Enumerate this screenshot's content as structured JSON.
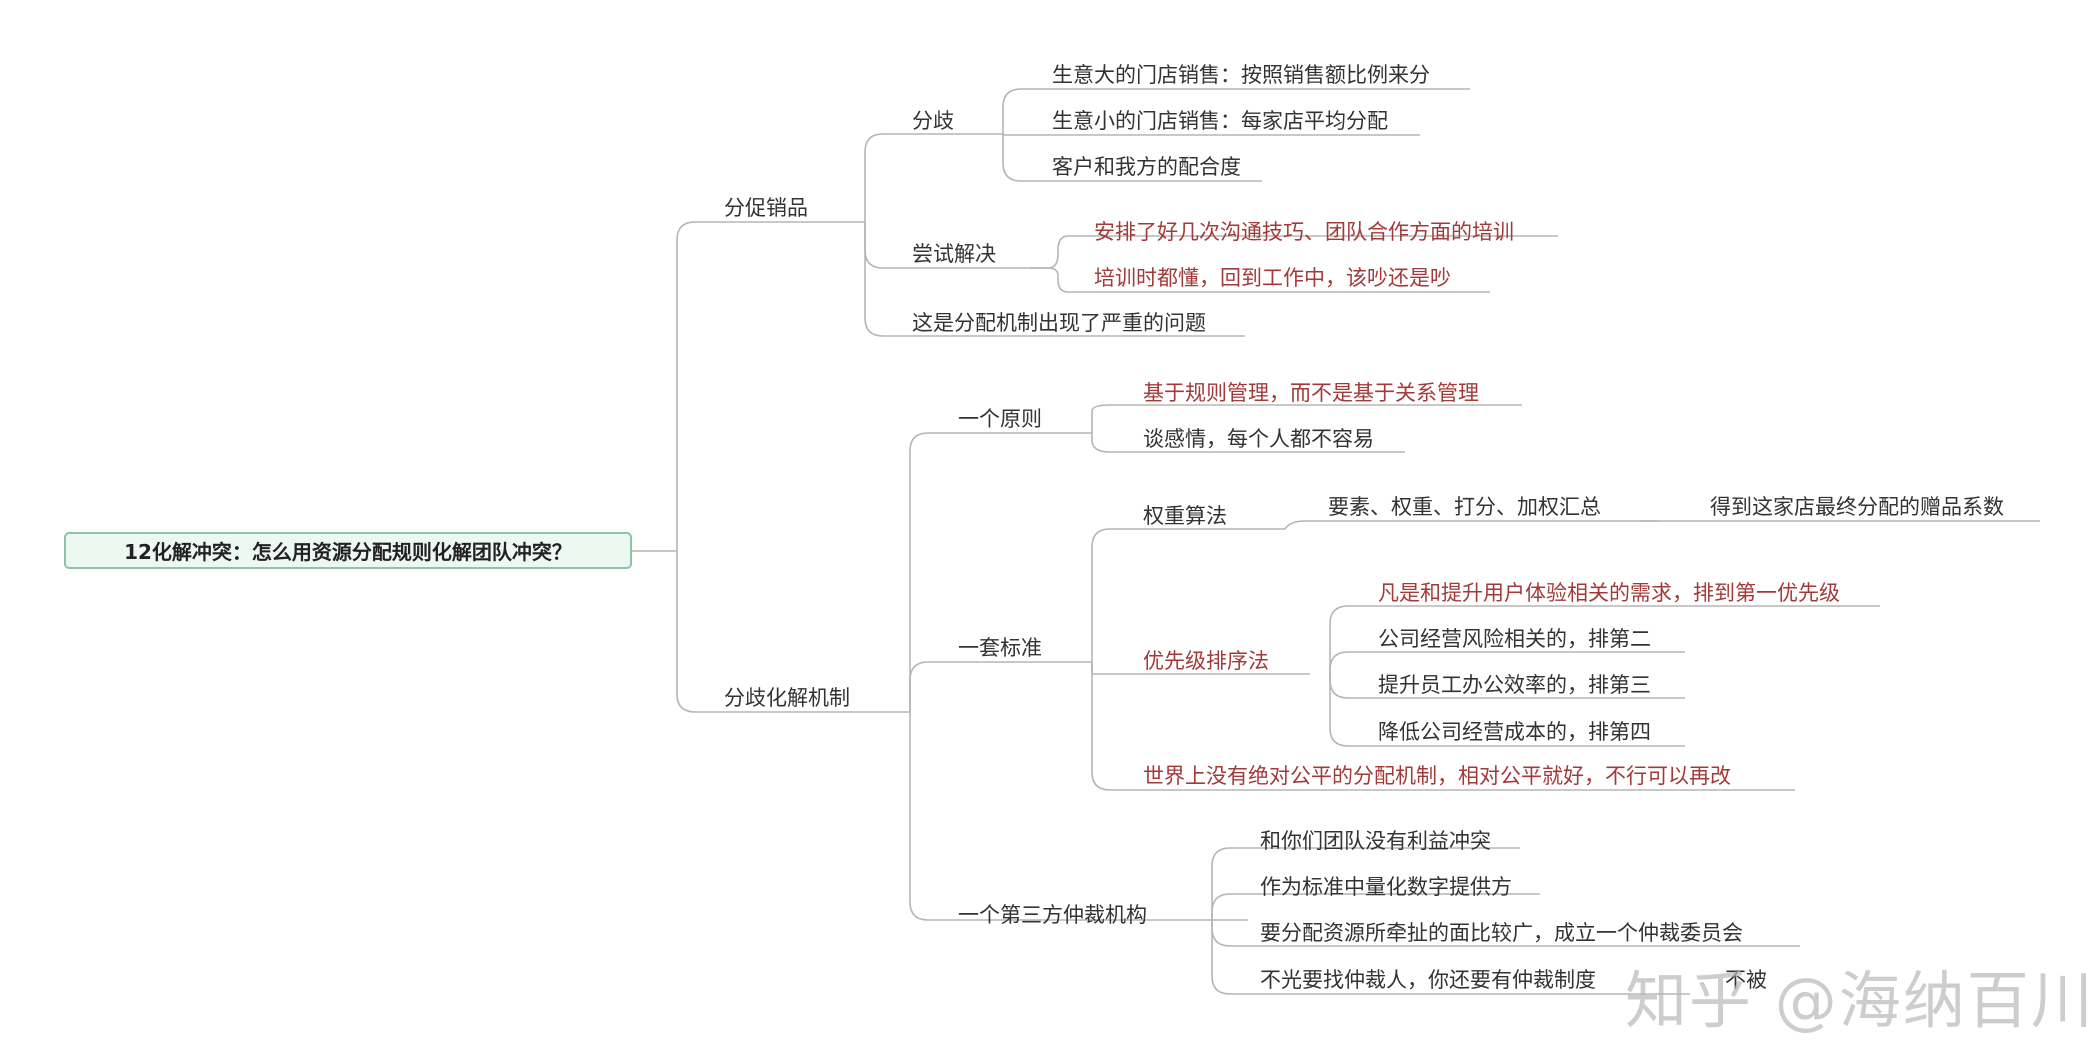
{
  "root": "12化解冲突：怎么用资源分配规则化解团队冲突？",
  "branch1": {
    "label": "分促销品",
    "dispute": {
      "label": "分歧",
      "items": [
        "生意大的门店销售：按照销售额比例来分",
        "生意小的门店销售：每家店平均分配",
        "客户和我方的配合度"
      ]
    },
    "attempt": {
      "label": "尝试解决",
      "items": [
        "安排了好几次沟通技巧、团队合作方面的培训",
        "培训时都懂，回到工作中，该吵还是吵"
      ]
    },
    "problem": "这是分配机制出现了严重的问题"
  },
  "branch2": {
    "label": "分歧化解机制",
    "principle": {
      "label": "一个原则",
      "items": [
        "基于规则管理，而不是基于关系管理",
        "谈感情，每个人都不容易"
      ]
    },
    "standard": {
      "label": "一套标准",
      "weight": {
        "label": "权重算法",
        "step": "要素、权重、打分、加权汇总",
        "result": "得到这家店最终分配的赠品系数"
      },
      "priority": {
        "label": "优先级排序法",
        "items": [
          "凡是和提升用户体验相关的需求，排到第一优先级",
          "公司经营风险相关的，排第二",
          "提升员工办公效率的，排第三",
          "降低公司经营成本的，排第四"
        ]
      },
      "note": "世界上没有绝对公平的分配机制，相对公平就好，不行可以再改"
    },
    "arbitration": {
      "label": "一个第三方仲裁机构",
      "items": [
        "和你们团队没有利益冲突",
        "作为标准中量化数字提供方",
        "要分配资源所牵扯的面比较广，成立一个仲裁委员会",
        "不光要找仲裁人，你还要有仲裁制度"
      ],
      "tail": "不被"
    }
  },
  "watermark": "知乎 @海纳百川",
  "colors": {
    "line": "#b5b5b5",
    "text": "#333333",
    "highlight": "#a33a3a",
    "root_border": "#8fc3a8",
    "root_fill": "#eef8f2"
  }
}
